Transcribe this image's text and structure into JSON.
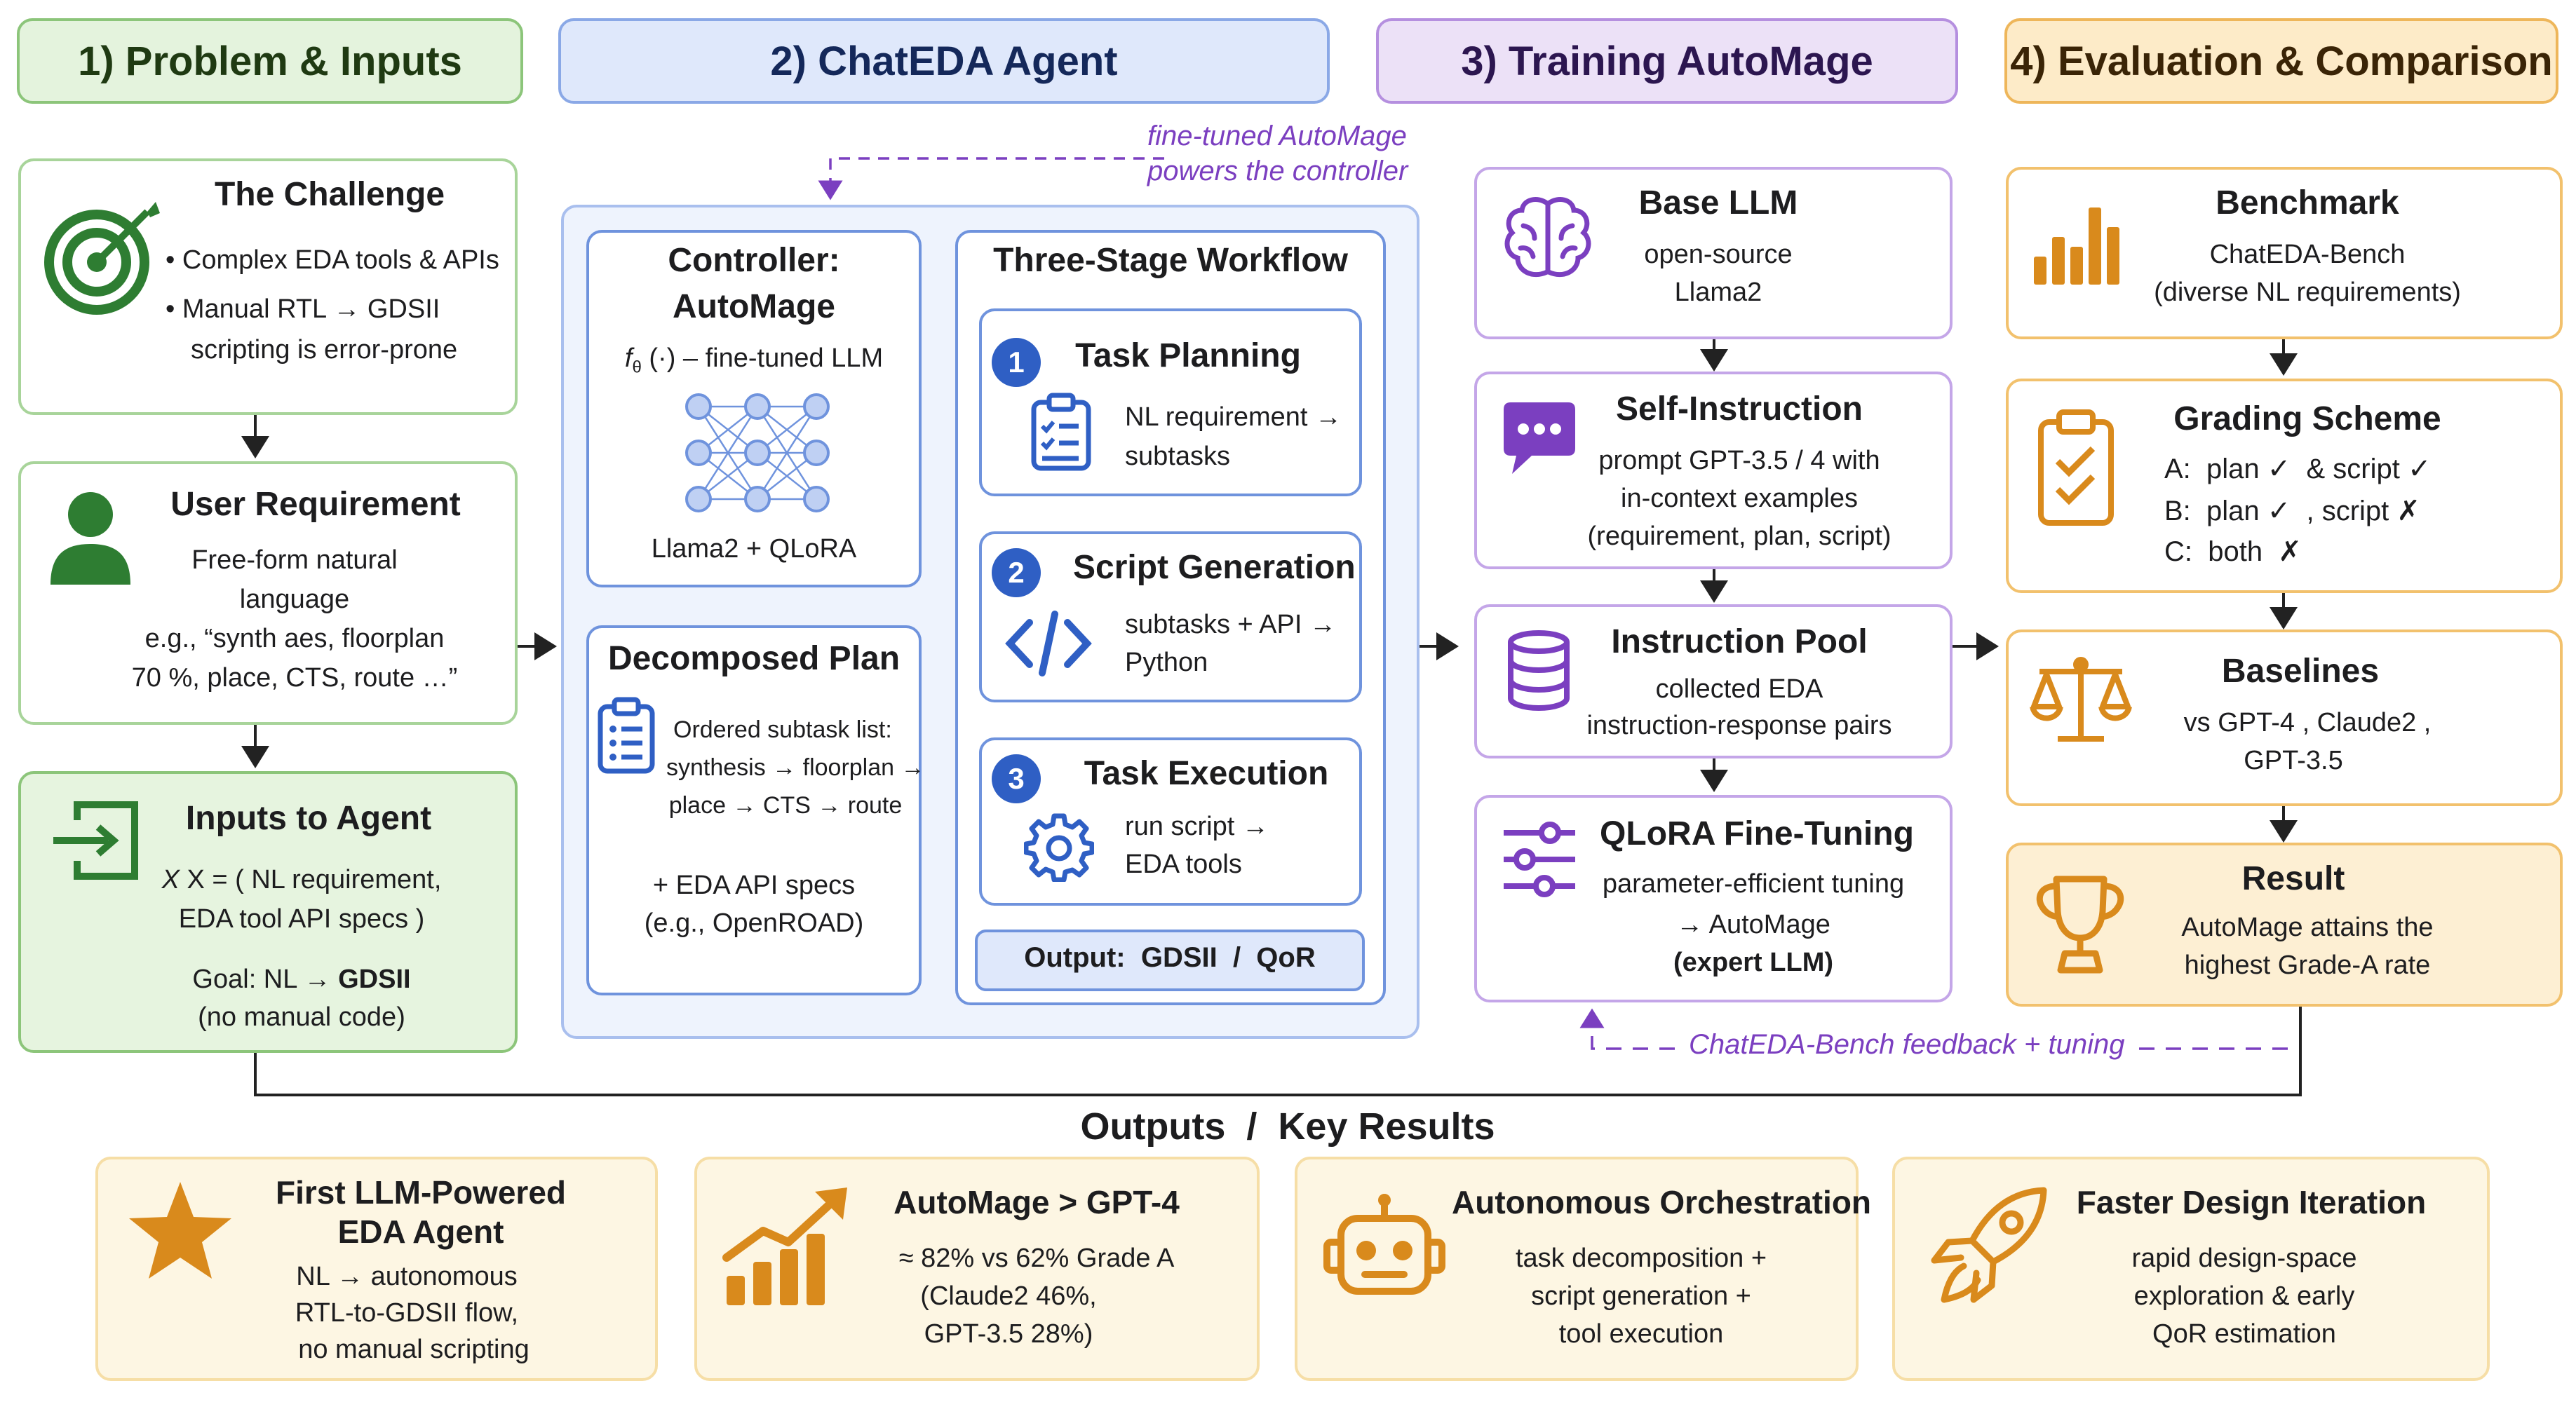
{
  "headers": {
    "h1": "1) Problem & Inputs",
    "h2": "2) ChatEDA Agent",
    "h3": "3) Training AutoMage",
    "h4": "4) Evaluation & Comparison"
  },
  "col1": {
    "challenge": {
      "title": "The Challenge",
      "b1": "Complex EDA tools & APIs",
      "b2": "Manual RTL → GDSII",
      "b2b": "scripting is error-prone"
    },
    "user": {
      "title": "User Requirement",
      "l1": "Free-form natural",
      "l2": "language",
      "l3": "e.g., “synth aes, floorplan",
      "l4": "70 %, place, CTS, route …”"
    },
    "inputs": {
      "title": "Inputs to Agent",
      "l1": "X = ( NL requirement,",
      "l2": "EDA tool API specs )",
      "goal_prefix": "Goal: NL → ",
      "goal_bold": "GDSII",
      "l4": "(no manual code)"
    }
  },
  "col2": {
    "controller": {
      "title1": "Controller:",
      "title2": "AutoMage",
      "formula": "f_θ(·) – fine-tuned LLM",
      "footer": "Llama2 + QLoRA"
    },
    "plan": {
      "title": "Decomposed Plan",
      "l1": "Ordered subtask list:",
      "l2": "synthesis → floorplan →",
      "l3": "place → CTS → route",
      "l4": "+ EDA API specs",
      "l5": "(e.g., OpenROAD)"
    },
    "workflow": {
      "title": "Three-Stage Workflow",
      "s1": {
        "num": "1",
        "title": "Task Planning",
        "l1": "NL requirement →",
        "l2": "subtasks"
      },
      "s2": {
        "num": "2",
        "title": "Script Generation",
        "l1": "subtasks + API →",
        "l2": "Python"
      },
      "s3": {
        "num": "3",
        "title": "Task Execution",
        "l1": "run script →",
        "l2": "EDA tools"
      },
      "output": "Output:  GDSII  /  QoR"
    },
    "loop_label1": "fine-tuned AutoMage",
    "loop_label2": "powers the controller"
  },
  "col3": {
    "base": {
      "title": "Base LLM",
      "l1": "open-source",
      "l2": "Llama2"
    },
    "self": {
      "title": "Self-Instruction",
      "l1": "prompt GPT-3.5 / 4 with",
      "l2": "in-context examples",
      "l3": "(requirement, plan, script)"
    },
    "pool": {
      "title": "Instruction Pool",
      "l1": "collected EDA",
      "l2": "instruction-response pairs"
    },
    "qlora": {
      "title": "QLoRA Fine-Tuning",
      "l1": "parameter-efficient tuning",
      "l2": "→ AutoMage",
      "l3": "(expert LLM)"
    },
    "feedback": "ChatEDA-Bench feedback + tuning"
  },
  "col4": {
    "bench": {
      "title": "Benchmark",
      "l1": "ChatEDA-Bench",
      "l2": "(diverse NL requirements)"
    },
    "grading": {
      "title": "Grading Scheme",
      "a": "A:  plan ✓  & script ✓",
      "b": "B:  plan ✓  , script ✗",
      "c": "C:  both  ✗"
    },
    "baselines": {
      "title": "Baselines",
      "l1": "vs  GPT-4 , Claude2 ,",
      "l2": "GPT-3.5"
    },
    "result": {
      "title": "Result",
      "l1": "AutoMage attains the",
      "l2": "highest Grade-A rate"
    }
  },
  "outputs": {
    "title": "Outputs  /  Key Results",
    "o1": {
      "t1": "First LLM-Powered",
      "t2": "EDA Agent",
      "l1": "NL → autonomous",
      "l2": "RTL-to-GDSII flow,",
      "l3": "no manual scripting"
    },
    "o2": {
      "t1": "AutoMage > GPT-4",
      "l1": "≈ 82% vs 62% Grade A",
      "l2": "(Claude2 46%,",
      "l3": "GPT-3.5 28%)"
    },
    "o3": {
      "t1": "Autonomous Orchestration",
      "l1": "task decomposition +",
      "l2": "script generation +",
      "l3": "tool execution"
    },
    "o4": {
      "t1": "Faster Design Iteration",
      "l1": "rapid design-space",
      "l2": "exploration & early",
      "l3": "QoR estimation"
    }
  },
  "colors": {
    "green": "#2e7d32",
    "blue": "#2f5fc4",
    "purple": "#7b3fc0",
    "orange": "#d98a1c"
  }
}
